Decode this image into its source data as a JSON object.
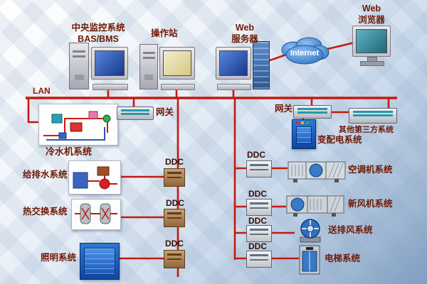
{
  "colors": {
    "lan_line": "#c41a10",
    "label_text": "#6e1a06",
    "ddc_text": "#3a0e02",
    "cloud_blue": "#2e6fc2",
    "panel_blue": "#1a5fc0"
  },
  "top": {
    "lan_label": "LAN",
    "central_label_line1": "中央监控系统",
    "central_label_line2": "BAS/BMS",
    "operator_label": "操作站",
    "webserver_label_line1": "Web",
    "webserver_label_line2": "服务器",
    "browser_label_line1": "Web",
    "browser_label_line2": "浏览器",
    "internet_label": "Internet"
  },
  "left": {
    "gateway_label": "网关",
    "ddc_label": "DDC",
    "systems": {
      "chiller": "冷水机系统",
      "water_supply": "给排水系统",
      "heat_exchange": "热交换系统",
      "lighting": "照明系统"
    }
  },
  "right": {
    "gateway_label": "网关",
    "ddc_label": "DDC",
    "systems": {
      "third_party": "其他第三方系统",
      "power": "变配电系统",
      "air_conditioning": "空调机系统",
      "fresh_air": "新风机系统",
      "exhaust": "送排风系统",
      "elevator": "电梯系统"
    }
  }
}
